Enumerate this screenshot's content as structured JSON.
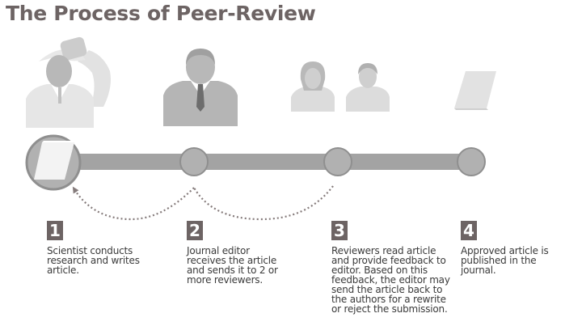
{
  "title": "The Process of Peer-Review",
  "colors": {
    "title": "#6d6464",
    "track": "#a3a3a3",
    "node": "#b1b1b1",
    "node_ring": "#8f8f8f",
    "figure_light": "#e6e6e6",
    "figure_dark": "#b5b5b5",
    "arrow": "#857b7b",
    "number_box": "#6d6464"
  },
  "steps": [
    {
      "number": "1",
      "icon": "scientist-icon",
      "text": "Scientist conducts\nresearch and writes\narticle."
    },
    {
      "number": "2",
      "icon": "editor-icon",
      "text": "Journal editor\nreceives the article\nand sends it to 2 or\nmore reviewers."
    },
    {
      "number": "3",
      "icon": "reviewers-icon",
      "text": "Reviewers read article\nand provide feedback to\neditor. Based on this\nfeedback, the editor may\nsend the article back to\nthe authors for a rewrite\nor reject the submission."
    },
    {
      "number": "4",
      "icon": "published-article-icon",
      "text": "Approved article is\npublished in the\njournal."
    }
  ]
}
